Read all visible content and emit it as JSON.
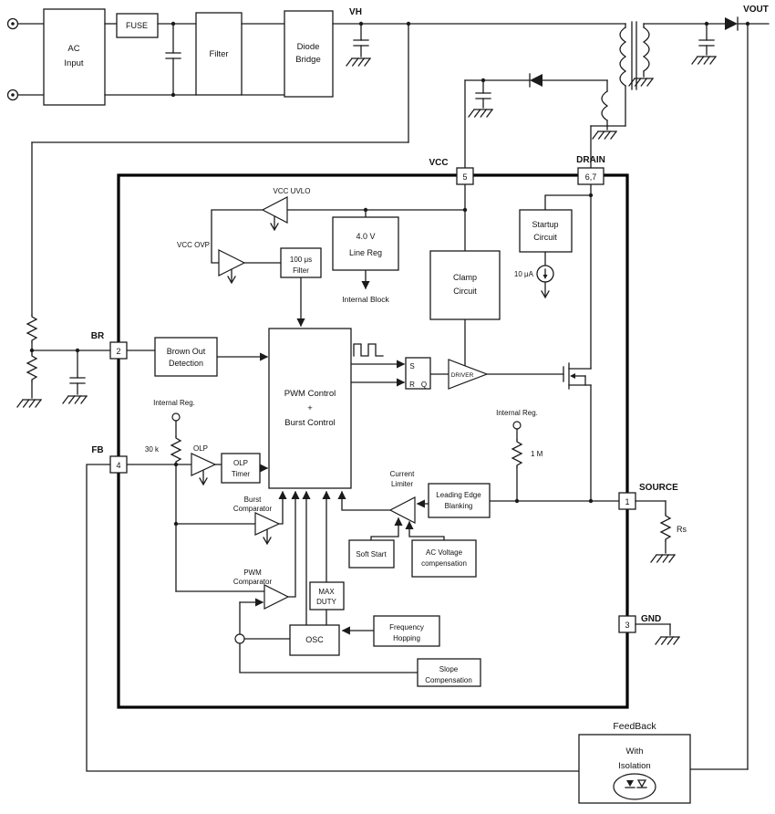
{
  "d": {
    "external": {
      "ac_input": [
        "AC",
        "Input"
      ],
      "fuse": "FUSE",
      "filter": "Filter",
      "diode_bridge": [
        "Diode",
        "Bridge"
      ],
      "vh": "VH",
      "vout": "VOUT",
      "rs": "Rs",
      "feedback_title": "FeedBack",
      "isolation": [
        "With",
        "Isolation"
      ]
    },
    "pins": {
      "vcc": {
        "label": "VCC",
        "num": "5"
      },
      "drain": {
        "label": "DRAIN",
        "num": "6,7"
      },
      "br": {
        "label": "BR",
        "num": "2"
      },
      "fb": {
        "label": "FB",
        "num": "4"
      },
      "source": {
        "label": "SOURCE",
        "num": "1"
      },
      "gnd": {
        "label": "GND",
        "num": "3"
      }
    },
    "blocks": {
      "vcc_uvlo": "VCC UVLO",
      "vcc_ovp": "VCC OVP",
      "filter_100us": [
        "100 μs",
        "Filter"
      ],
      "line_reg": [
        "4.0 V",
        "Line Reg"
      ],
      "internal_block": "Internal Block",
      "startup": [
        "Startup",
        "Circuit"
      ],
      "i_10ua": "10 μA",
      "clamp": [
        "Clamp",
        "Circuit"
      ],
      "brown_out": [
        "Brown Out",
        "Detection"
      ],
      "pwm_ctrl": [
        "PWM Control",
        "+",
        "Burst Control"
      ],
      "ff": {
        "s": "S",
        "r": "R",
        "q": "Q"
      },
      "driver": "DRIVER",
      "internal_reg": "Internal Reg.",
      "r_30k": "30 k",
      "r_1m": "1 M",
      "olp": "OLP",
      "olp_timer": [
        "OLP",
        "Timer"
      ],
      "burst_cmp": [
        "Burst",
        "Comparator"
      ],
      "pwm_cmp": [
        "PWM",
        "Comparator"
      ],
      "cur_lim": [
        "Current",
        "Limiter"
      ],
      "leb": [
        "Leading Edge",
        "Blanking"
      ],
      "soft_start": "Soft Start",
      "ac_comp": [
        "AC Voltage",
        "compensation"
      ],
      "max_duty": [
        "MAX",
        "DUTY"
      ],
      "osc": "OSC",
      "freq_hop": [
        "Frequency",
        "Hopping"
      ],
      "slope": [
        "Slope",
        "Compensation"
      ]
    },
    "colors": {
      "line": "#1b1b1b",
      "bg": "#ffffff"
    }
  }
}
